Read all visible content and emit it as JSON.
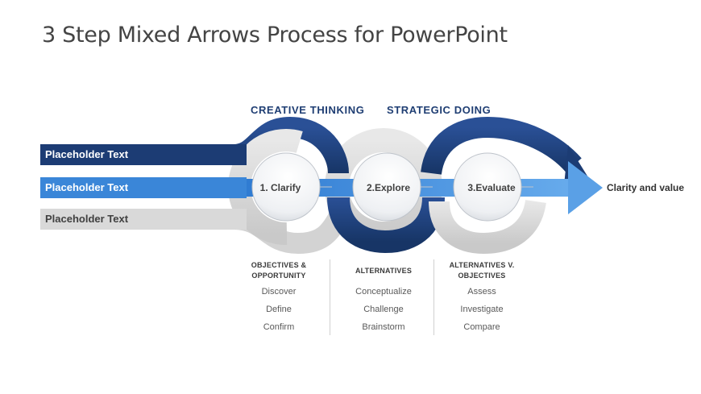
{
  "title": "3 Step Mixed Arrows Process for PowerPoint",
  "headers": [
    "CREATIVE  THINKING",
    "STRATEGIC  DOING"
  ],
  "placeholders": [
    "Placeholder Text",
    "Placeholder Text",
    "Placeholder Text"
  ],
  "steps": [
    "1. Clarify",
    "2.Explore",
    "3.Evaluate"
  ],
  "outcome": "Clarity and value",
  "columns": [
    {
      "category": "OBJECTIVES &\nOPPORTUNITY",
      "items": [
        "Discover",
        "Define",
        "Confirm"
      ]
    },
    {
      "category": "ALTERNATIVES",
      "items": [
        "Conceptualize",
        "Challenge",
        "Brainstorm"
      ]
    },
    {
      "category": "ALTERNATIVES V.\nOBJECTIVES",
      "items": [
        "Assess",
        "Investigate",
        "Compare"
      ]
    }
  ],
  "colors": {
    "dark_blue": "#1c3c74",
    "mid_blue": "#3a86d8",
    "light_blue": "#5aa0e6",
    "gray": "#d9d9d9",
    "header": "#1f3e73"
  }
}
